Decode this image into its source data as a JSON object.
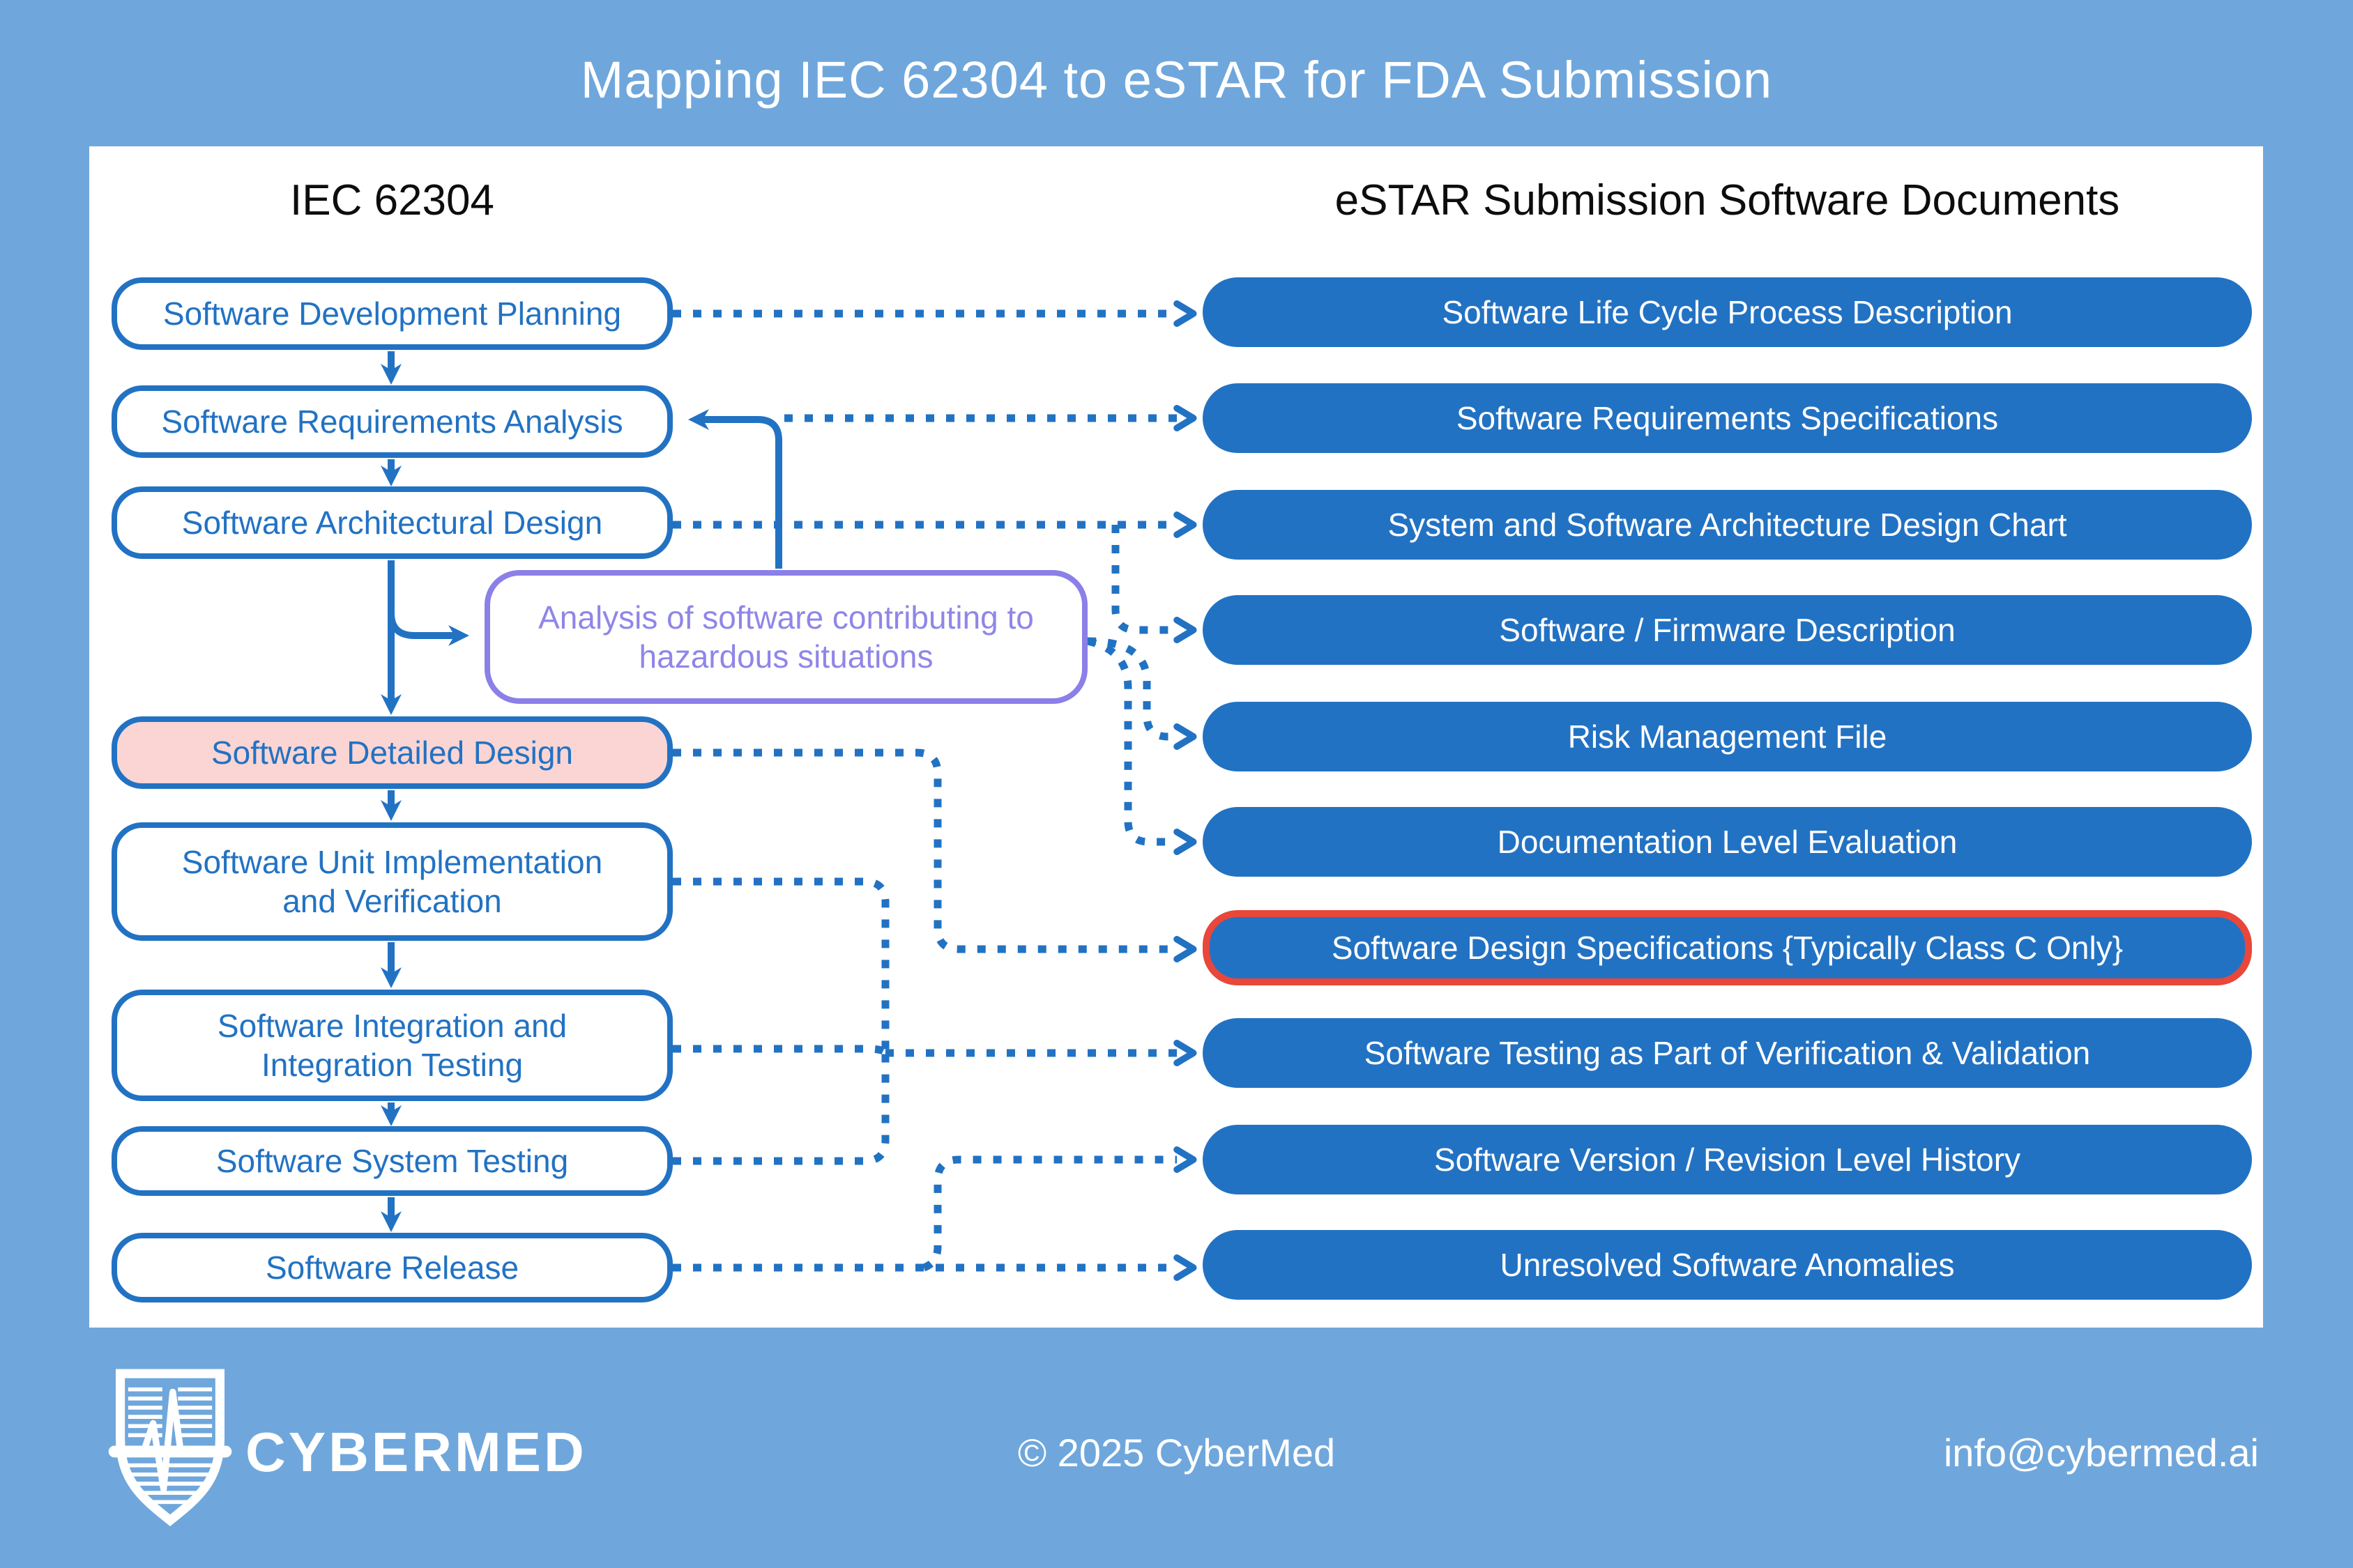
{
  "title": "Mapping IEC 62304 to eSTAR for FDA Submission",
  "columns": {
    "left_header": "IEC 62304",
    "right_header": "eSTAR Submission Software Documents"
  },
  "iec": {
    "boxes": [
      {
        "label": "Software Development Planning",
        "variant": "default"
      },
      {
        "label": "Software Requirements Analysis",
        "variant": "default"
      },
      {
        "label": "Software Architectural Design",
        "variant": "default"
      },
      {
        "label": "Analysis of software contributing to hazardous situations",
        "variant": "hazard-purple"
      },
      {
        "label": "Software Detailed Design",
        "variant": "highlight-pink"
      },
      {
        "label": "Software Unit Implementation and Verification",
        "variant": "default"
      },
      {
        "label": "Software Integration and Integration Testing",
        "variant": "default"
      },
      {
        "label": "Software System Testing",
        "variant": "default"
      },
      {
        "label": "Software Release",
        "variant": "default"
      }
    ]
  },
  "estar": {
    "boxes": [
      {
        "label": "Software Life Cycle Process Description",
        "variant": "default"
      },
      {
        "label": "Software Requirements Specifications",
        "variant": "default"
      },
      {
        "label": "System and Software Architecture Design Chart",
        "variant": "default"
      },
      {
        "label": "Software / Firmware Description",
        "variant": "default"
      },
      {
        "label": "Risk Management File",
        "variant": "default"
      },
      {
        "label": "Documentation Level Evaluation",
        "variant": "default"
      },
      {
        "label": "Software Design Specifications {Typically Class C Only}",
        "variant": "red-outline"
      },
      {
        "label": "Software Testing as Part of Verification & Validation",
        "variant": "default"
      },
      {
        "label": "Software Version / Revision Level History",
        "variant": "default"
      },
      {
        "label": "Unresolved Software Anomalies",
        "variant": "default"
      }
    ]
  },
  "connections": [
    {
      "from": "Software Development Planning",
      "to": "Software Life Cycle Process Description",
      "style": "dotted"
    },
    {
      "from": "Software Requirements Analysis",
      "to": "Software Requirements Specifications",
      "style": "dotted"
    },
    {
      "from": "Software Architectural Design",
      "to": "System and Software Architecture Design Chart",
      "style": "dotted"
    },
    {
      "from": "Software Architectural Design",
      "to": "Software / Firmware Description",
      "style": "dotted"
    },
    {
      "from": "Analysis of software contributing to hazardous situations",
      "to": "Risk Management File",
      "style": "dotted"
    },
    {
      "from": "Analysis of software contributing to hazardous situations",
      "to": "Documentation Level Evaluation",
      "style": "dotted"
    },
    {
      "from": "Software Detailed Design",
      "to": "Software Design Specifications {Typically Class C Only}",
      "style": "dotted"
    },
    {
      "from": "Software Unit Implementation and Verification",
      "to": "Software Testing as Part of Verification & Validation",
      "style": "dotted"
    },
    {
      "from": "Software Integration and Integration Testing",
      "to": "Software Testing as Part of Verification & Validation",
      "style": "dotted"
    },
    {
      "from": "Software System Testing",
      "to": "Software Testing as Part of Verification & Validation",
      "style": "dotted"
    },
    {
      "from": "Software Release",
      "to": "Software Version / Revision Level History",
      "style": "dotted"
    },
    {
      "from": "Software Release",
      "to": "Unresolved Software Anomalies",
      "style": "dotted"
    },
    {
      "from": "Analysis of software contributing to hazardous situations",
      "to": "Software Requirements Analysis",
      "style": "solid-feedback"
    },
    {
      "from": "Software Architectural Design",
      "to": "Analysis of software contributing to hazardous situations",
      "style": "solid"
    }
  ],
  "colors": {
    "background": "#6fa7dc",
    "canvas": "#ffffff",
    "accent_blue": "#2272c3",
    "pink_fill": "#fad5d3",
    "purple_outline": "#8b7fe8",
    "red_outline": "#e8473a",
    "header_text": "#0d0d0d",
    "white_text": "#ffffff"
  },
  "footer": {
    "brand": "CYBERMED",
    "copyright": "© 2025 CyberMed",
    "email": "info@cybermed.ai"
  }
}
